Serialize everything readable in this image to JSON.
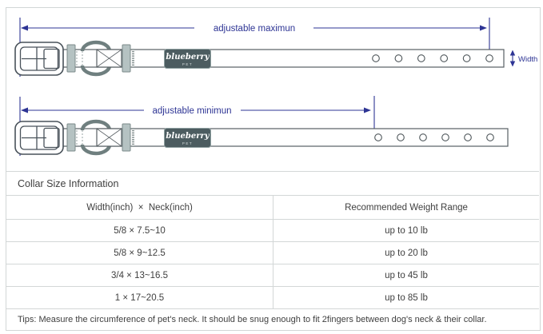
{
  "diagram": {
    "max_label": "adjustable maximun",
    "min_label": "adjustable minimun",
    "width_label": "Width",
    "brand": {
      "name": "blueberry",
      "sub": "PET"
    },
    "colors": {
      "annotation": "#2d3494",
      "label_bg": "#4c5c60",
      "keeper": "#b5c2c2",
      "ring": "#6f7f7f"
    }
  },
  "table": {
    "title": "Collar Size Information",
    "columns": [
      "Width(inch)  ×  Neck(inch)",
      "Recommended Weight Range"
    ],
    "rows": [
      {
        "size": "5/8 × 7.5~10",
        "weight": "up to 10 lb"
      },
      {
        "size": "5/8 × 9~12.5",
        "weight": "up to 20 lb"
      },
      {
        "size": "3/4 × 13~16.5",
        "weight": "up to 45 lb"
      },
      {
        "size": "1 × 17~20.5",
        "weight": "up to 85 lb"
      }
    ],
    "tips": "Tips: Measure the circumference of pet's neck. It should be snug enough to fit 2fingers between dog's neck & their collar."
  }
}
